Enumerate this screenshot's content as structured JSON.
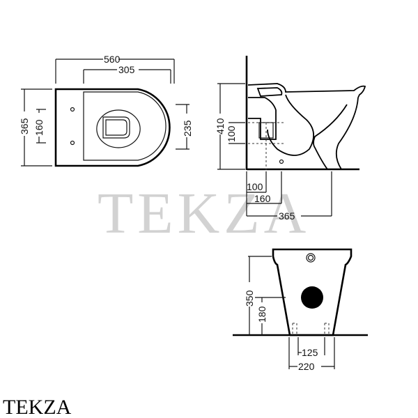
{
  "watermark": "TEKZA",
  "brand": "TEKZA",
  "top_view": {
    "width_total": "560",
    "width_inner": "305",
    "depth_total": "365",
    "depth_holes": "160",
    "depth_bowl": "235"
  },
  "side_view": {
    "height_total": "410",
    "height_outlet": "100",
    "offset_outlet": "100",
    "offset_fix": "160",
    "length_total": "365"
  },
  "back_view": {
    "height_total": "350",
    "height_pipe": "180",
    "width_fix": "125",
    "width_base": "220"
  }
}
